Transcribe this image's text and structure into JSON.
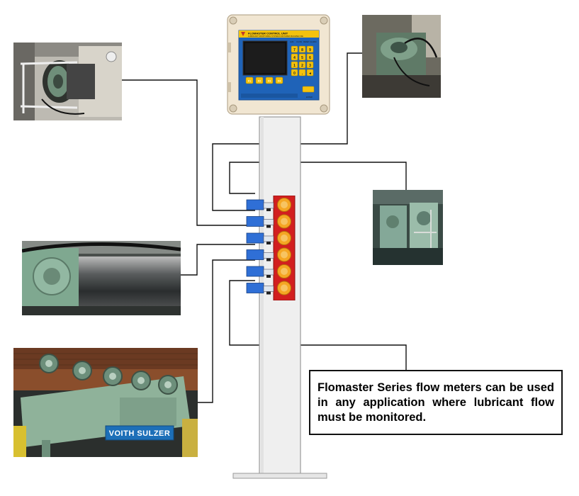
{
  "caption": {
    "text": "Flomaster Series flow meters can be used in any application where lubricant flow must be monitored."
  },
  "controller": {
    "title": "FLOMASTER CONTROL UNIT",
    "subtitle": "LUBRICANT MONITORING SYSTEM FOR PAPER MACHINE USE",
    "function_keys": [
      "F1",
      "F2",
      "F3",
      "F4"
    ],
    "keypad": [
      "7",
      "8",
      "9",
      "4",
      "5",
      "6",
      "1",
      "2",
      "3",
      "0",
      ".",
      "◄"
    ],
    "enter_label": "ENTER",
    "indicator_labels": [
      "ALM",
      "FLOW",
      "RESET",
      "ALARM"
    ]
  },
  "photos": {
    "machine_sign": "VOITH SULZER"
  },
  "meter_manifold": {
    "meter_count": 6
  },
  "colors": {
    "line": "#111111",
    "column_fill": "#efefef",
    "column_border": "#9a9a9a",
    "meter_blue": "#2f6fd6",
    "meter_red": "#d21f1f",
    "meter_orange": "#f5a623",
    "controller_panel": "#1f63b8",
    "controller_screen": "#111111",
    "controller_key": "#f4c20d",
    "machine_green": "#8fb29a"
  }
}
